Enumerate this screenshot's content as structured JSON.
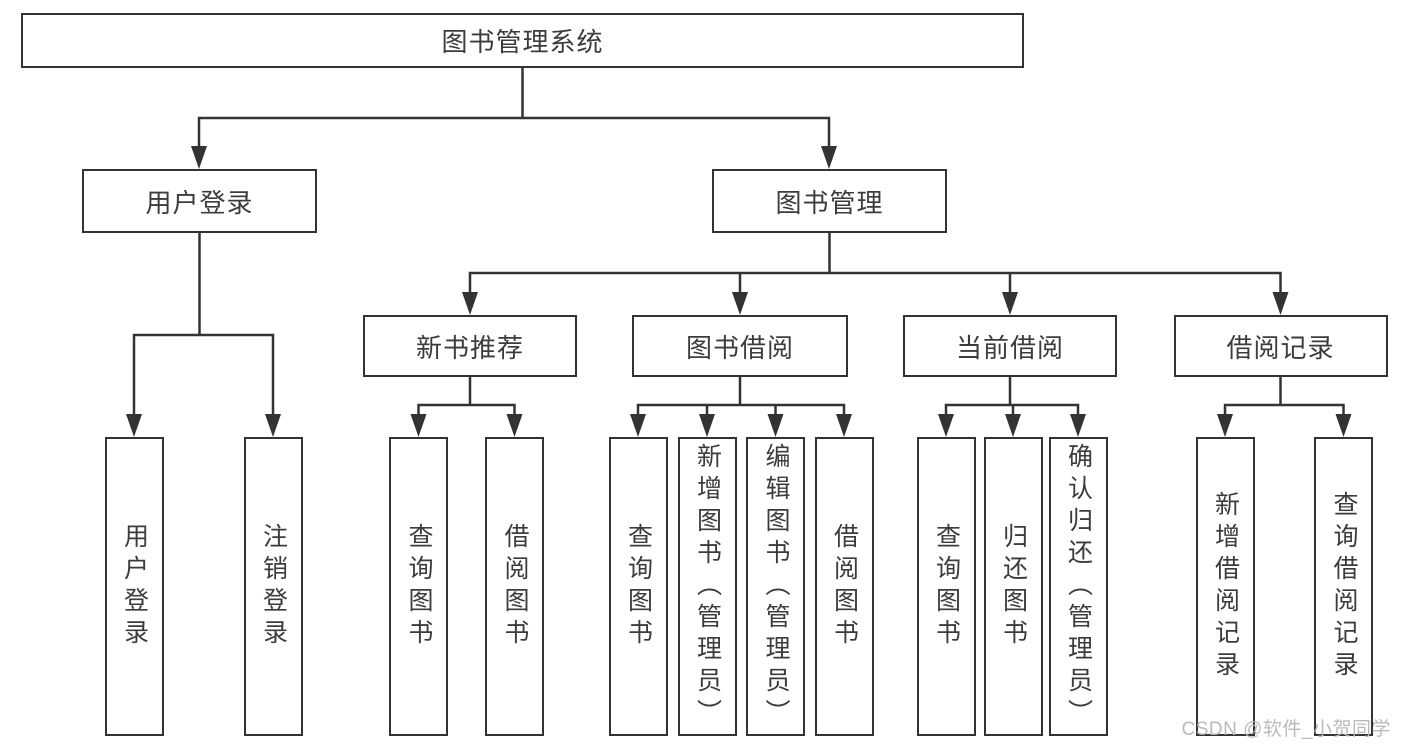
{
  "diagram": {
    "tree": {
      "label": "图书管理系统",
      "children": [
        {
          "label": "用户登录",
          "children": [
            {
              "label": "用户登录"
            },
            {
              "label": "注销登录"
            }
          ]
        },
        {
          "label": "图书管理",
          "children": [
            {
              "label": "新书推荐",
              "children": [
                {
                  "label": "查询图书"
                },
                {
                  "label": "借阅图书"
                }
              ]
            },
            {
              "label": "图书借阅",
              "children": [
                {
                  "label": "查询图书"
                },
                {
                  "label": "新增图书（管理员）"
                },
                {
                  "label": "编辑图书（管理员）"
                },
                {
                  "label": "借阅图书"
                }
              ]
            },
            {
              "label": "当前借阅",
              "children": [
                {
                  "label": "查询图书"
                },
                {
                  "label": "归还图书"
                },
                {
                  "label": "确认归还（管理员）"
                }
              ]
            },
            {
              "label": "借阅记录",
              "children": [
                {
                  "label": "新增借阅记录"
                },
                {
                  "label": "查询借阅记录"
                }
              ]
            }
          ]
        }
      ]
    },
    "colors": {
      "line": "#333333",
      "text": "#3c3c3c",
      "background": "#ffffff",
      "watermark": "#b6b6b6"
    }
  },
  "watermark": {
    "text": "CSDN @软件_小贺同学"
  }
}
